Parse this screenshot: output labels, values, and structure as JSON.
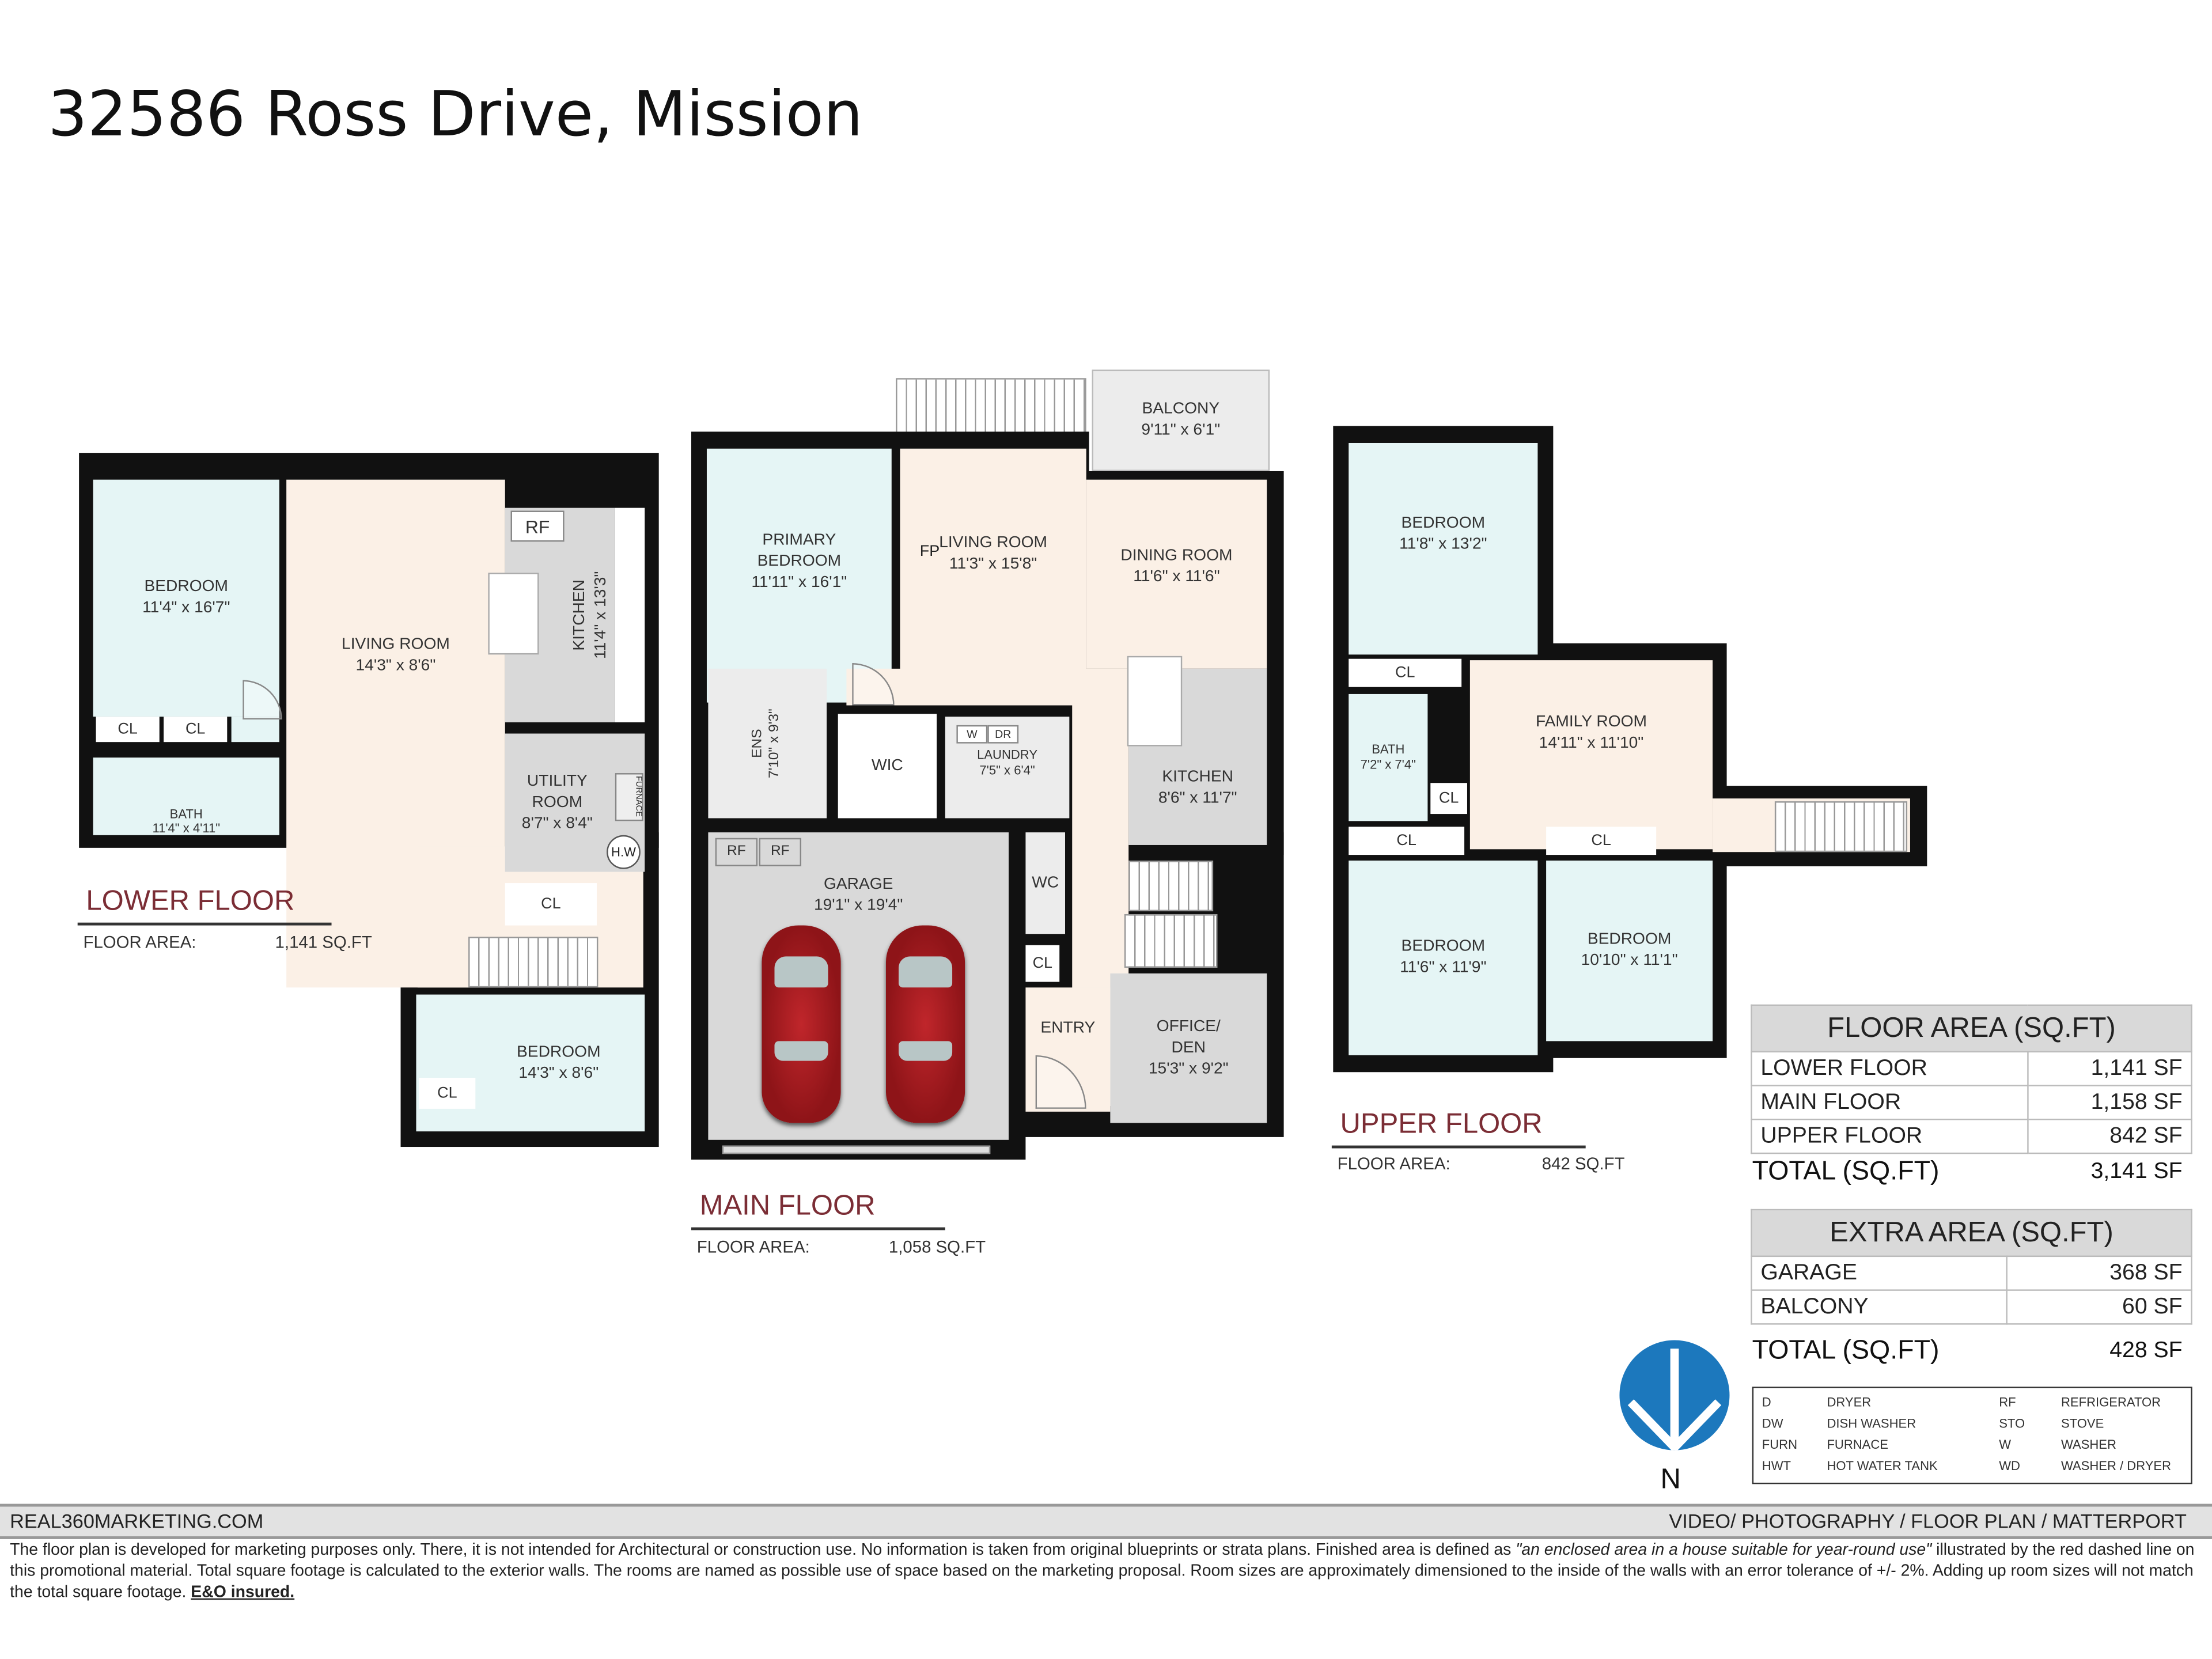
{
  "title": "32586 Ross Drive, Mission",
  "lower_floor": {
    "label": "LOWER FLOOR",
    "area_label": "FLOOR AREA:",
    "area_value": "1,141 SQ.FT",
    "rooms": {
      "bedroom1": {
        "name": "BEDROOM",
        "size": "11'4\" x 16'7\""
      },
      "living": {
        "name": "LIVING ROOM",
        "size": "14'3\" x 8'6\""
      },
      "kitchen": {
        "name": "KITCHEN",
        "size": "11'4\" x 13'3\""
      },
      "rf": "RF",
      "cl1": "CL",
      "cl2": "CL",
      "cl3": "CL",
      "cl4": "CL",
      "bath": {
        "name": "BATH",
        "size": "11'4\" x 4'11\""
      },
      "utility": {
        "name": "UTILITY ROOM",
        "size": "8'7\" x 8'4\""
      },
      "furnace": "FURNACE",
      "hw": "H.W",
      "bedroom2": {
        "name": "BEDROOM",
        "size": "14'3\" x 8'6\""
      }
    }
  },
  "main_floor": {
    "label": "MAIN FLOOR",
    "area_label": "FLOOR AREA:",
    "area_value": "1,058 SQ.FT",
    "rooms": {
      "balcony": {
        "name": "BALCONY",
        "size": "9'11\" x 6'1\""
      },
      "primary": {
        "name": "PRIMARY BEDROOM",
        "size": "11'11\" x 16'1\""
      },
      "fp": "FP",
      "living": {
        "name": "LIVING ROOM",
        "size": "11'3\" x 15'8\""
      },
      "dining": {
        "name": "DINING ROOM",
        "size": "11'6\" x 11'6\""
      },
      "ens": {
        "name": "ENS",
        "size": "7'10\" x 9'3\""
      },
      "wic": "WIC",
      "laundry": {
        "name": "LAUNDRY",
        "size": "7'5\" x 6'4\"",
        "w": "W",
        "dr": "DR"
      },
      "kitchen": {
        "name": "KITCHEN",
        "size": "8'6\" x 11'7\""
      },
      "garage": {
        "name": "GARAGE",
        "size": "19'1\" x 19'4\"",
        "rf1": "RF",
        "rf2": "RF"
      },
      "wc": "WC",
      "cl": "CL",
      "entry": "ENTRY",
      "office": {
        "name": "OFFICE/ DEN",
        "size": "15'3\" x 9'2\""
      }
    }
  },
  "upper_floor": {
    "label": "UPPER FLOOR",
    "area_label": "FLOOR AREA:",
    "area_value": "842 SQ.FT",
    "rooms": {
      "bedroom1": {
        "name": "BEDROOM",
        "size": "11'8\" x 13'2\""
      },
      "cl1": "CL",
      "cl2": "CL",
      "cl3": "CL",
      "cl4": "CL",
      "family": {
        "name": "FAMILY ROOM",
        "size": "14'11\" x 11'10\""
      },
      "bath": {
        "name": "BATH",
        "size": "7'2\" x 7'4\""
      },
      "bedroom2": {
        "name": "BEDROOM",
        "size": "11'6\" x 11'9\""
      },
      "bedroom3": {
        "name": "BEDROOM",
        "size": "10'10\" x 11'1\""
      }
    }
  },
  "floor_area_table": {
    "header": "FLOOR AREA (SQ.FT)",
    "rows": [
      {
        "label": "LOWER FLOOR",
        "value": "1,141 SF"
      },
      {
        "label": "MAIN FLOOR",
        "value": "1,158 SF"
      },
      {
        "label": "UPPER FLOOR",
        "value": "842 SF"
      }
    ],
    "total_label": "TOTAL (SQ.FT)",
    "total_value": "3,141 SF"
  },
  "extra_area_table": {
    "header": "EXTRA AREA (SQ.FT)",
    "rows": [
      {
        "label": "GARAGE",
        "value": "368 SF"
      },
      {
        "label": "BALCONY",
        "value": "60 SF"
      }
    ],
    "total_label": "TOTAL (SQ.FT)",
    "total_value": "428 SF"
  },
  "legend": [
    {
      "abbr": "D",
      "meaning": "DRYER",
      "abbr2": "RF",
      "meaning2": "REFRIGERATOR"
    },
    {
      "abbr": "DW",
      "meaning": "DISH WASHER",
      "abbr2": "STO",
      "meaning2": "STOVE"
    },
    {
      "abbr": "FURN",
      "meaning": "FURNACE",
      "abbr2": "W",
      "meaning2": "WASHER"
    },
    {
      "abbr": "HWT",
      "meaning": "HOT WATER TANK",
      "abbr2": "WD",
      "meaning2": "WASHER / DRYER"
    }
  ],
  "compass": {
    "label": "N",
    "color": "#1c78bd"
  },
  "footer": {
    "website": "REAL360MARKETING.COM",
    "services": "VIDEO/ PHOTOGRAPHY / FLOOR PLAN / MATTERPORT",
    "disclaimer_1": "The floor plan is developed for marketing purposes only. There, it is not intended for Architectural or construction use. No information is  taken from original blueprints or strata plans. Finished area is defined as ",
    "disclaimer_quote": "\"an enclosed area in a house suitable for year-round use\"",
    "disclaimer_2": " illustrated by the red dashed line on this promotional material. Total square footage is calculated to the exterior walls. The rooms are named as possible use of space based on the marketing proposal. Room sizes are approximately dimensioned to the inside of the walls with an error tolerance of +/- 2%. Adding up room sizes will not match the total square footage. ",
    "disclaimer_insured": "E&O insured."
  },
  "colors": {
    "bedroom": "#e5f5f5",
    "living": "#fbf0e6",
    "service": "#d9d9d9",
    "floor_label": "#7b2d35"
  }
}
